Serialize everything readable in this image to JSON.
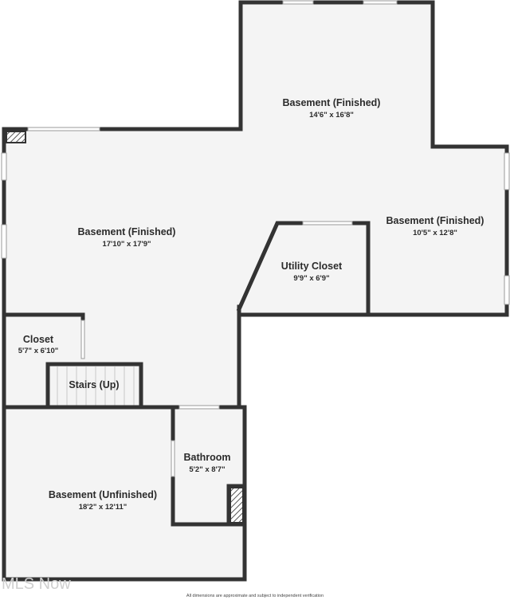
{
  "rooms": {
    "basement_top": {
      "name": "Basement (Finished)",
      "dims": "14'6\" x 16'8\""
    },
    "basement_main": {
      "name": "Basement (Finished)",
      "dims": "17'10\" x 17'9\""
    },
    "basement_right": {
      "name": "Basement (Finished)",
      "dims": "10'5\" x 12'8\""
    },
    "utility_closet": {
      "name": "Utility Closet",
      "dims": "9'9\" x 6'9\""
    },
    "closet": {
      "name": "Closet",
      "dims": "5'7\" x 6'10\""
    },
    "stairs": {
      "name": "Stairs (Up)"
    },
    "bathroom": {
      "name": "Bathroom",
      "dims": "5'2\" x 8'7\""
    },
    "basement_unfinished": {
      "name": "Basement (Unfinished)",
      "dims": "18'2\" x 12'11\""
    }
  },
  "watermark": "MLS Now",
  "disclaimer": "All dimensions are approximate and subject to independent verification",
  "colors": {
    "floor": "#f4f4f4",
    "wall": "#333333",
    "hatch": "#555555"
  }
}
